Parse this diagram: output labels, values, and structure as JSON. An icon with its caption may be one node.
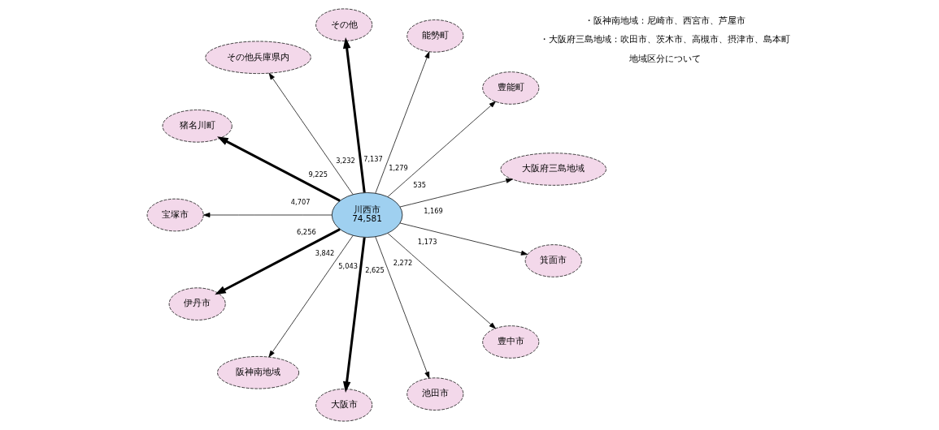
{
  "diagram": {
    "nodes": [
      {
        "text": [
          "川西市",
          "74,581"
        ]
      },
      {
        "text": [
          "その他兵庫県内"
        ]
      },
      {
        "text": [
          "その他"
        ]
      },
      {
        "text": [
          "能勢町"
        ]
      },
      {
        "text": [
          "豊能町"
        ]
      },
      {
        "text": [
          "猪名川町"
        ]
      },
      {
        "text": [
          "大阪府三島地域"
        ]
      },
      {
        "text": [
          "宝塚市"
        ]
      },
      {
        "text": [
          "箕面市"
        ]
      },
      {
        "text": [
          "伊丹市"
        ]
      },
      {
        "text": [
          "豊中市"
        ]
      },
      {
        "text": [
          "阪神南地域"
        ]
      },
      {
        "text": [
          "大阪市"
        ]
      },
      {
        "text": [
          "池田市"
        ]
      }
    ],
    "edges": [
      {
        "from": 0,
        "to": 1,
        "arrow": "to",
        "label": "3,232"
      },
      {
        "from": 0,
        "to": 2,
        "arrow": "to",
        "label": "7,137",
        "style": "thick"
      },
      {
        "from": 0,
        "to": 3,
        "arrow": "to",
        "label": "1,279"
      },
      {
        "from": 0,
        "to": 4,
        "arrow": "to",
        "label": "535"
      },
      {
        "from": 0,
        "to": 6,
        "arrow": "to",
        "label": "1,169"
      },
      {
        "from": 0,
        "to": 8,
        "arrow": "to",
        "label": "1,173"
      },
      {
        "from": 0,
        "to": 10,
        "arrow": "to",
        "label": "2,272"
      },
      {
        "from": 0,
        "to": 13,
        "arrow": "to",
        "label": "2,625"
      },
      {
        "from": 0,
        "to": 12,
        "arrow": "to",
        "label": "5,043",
        "style": "thick"
      },
      {
        "from": 0,
        "to": 11,
        "arrow": "to",
        "label": "3,842"
      },
      {
        "from": 0,
        "to": 9,
        "arrow": "to",
        "label": "6,256",
        "style": "thick"
      },
      {
        "from": 0,
        "to": 7,
        "arrow": "to",
        "label": "4,707"
      },
      {
        "from": 0,
        "to": 5,
        "arrow": "to",
        "label": "9,225",
        "style": "thick"
      }
    ],
    "labels": [
      "地域区分について",
      "・大阪府三島地域：吹田市、茨木市、高槻市、摂津市、島本町",
      "・阪神南地域：尼崎市、西宮市、芦屋市"
    ]
  }
}
